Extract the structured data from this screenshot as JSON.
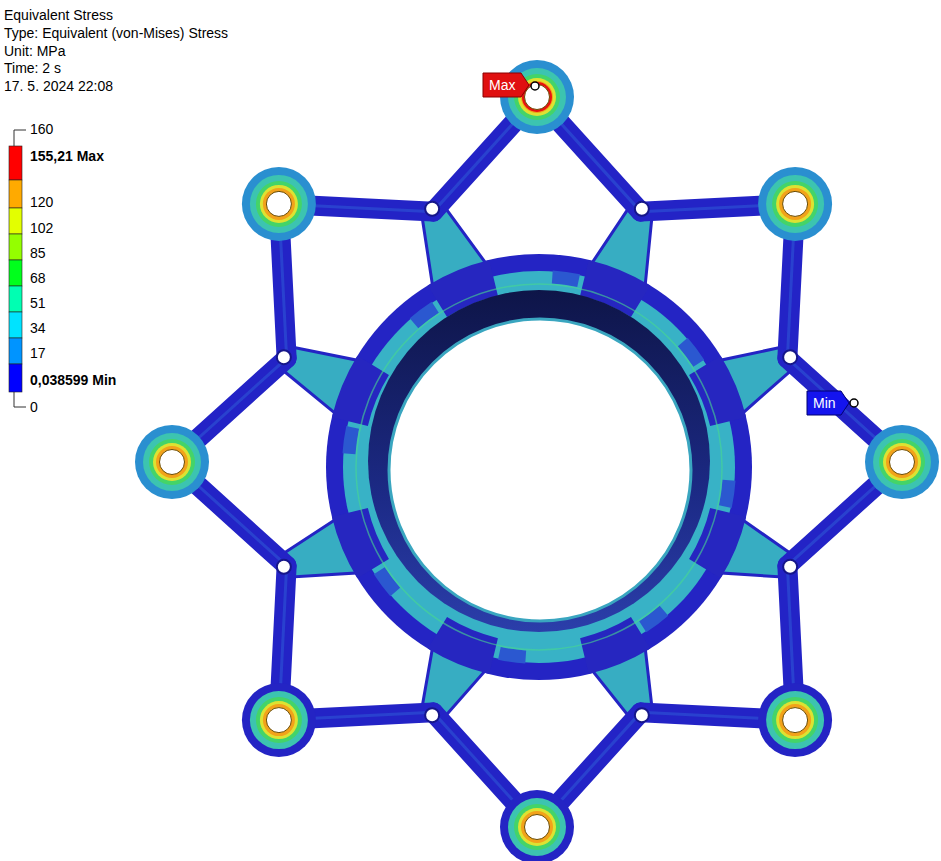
{
  "diagram": {
    "title": "Equivalent Stress",
    "nodes": [
      {
        "text": [
          "Max"
        ]
      },
      {
        "text": [
          "Min"
        ]
      }
    ],
    "labels": [
      "Type: Equivalent (von-Mises) Stress",
      "Unit: MPa",
      "Time: 2 s",
      "17. 5. 2024 22:08",
      "160",
      "0"
    ],
    "legend": [
      {
        "text": "155,21 Max",
        "color": "#ff0000"
      },
      {
        "text": "120",
        "color": "#ffaa00"
      },
      {
        "text": "102",
        "color": "#e3ff00"
      },
      {
        "text": "85",
        "color": "#94ff00"
      },
      {
        "text": "68",
        "color": "#00ff1c"
      },
      {
        "text": "51",
        "color": "#00ffb2"
      },
      {
        "text": "34",
        "color": "#00e3ff"
      },
      {
        "text": "17",
        "color": "#0094ff"
      },
      {
        "text": "0,038599 Min",
        "color": "#0000ff"
      }
    ]
  }
}
